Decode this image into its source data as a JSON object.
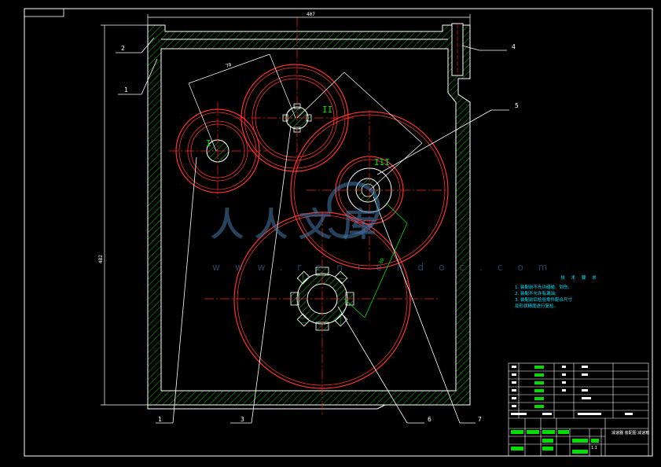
{
  "dimensions": {
    "overall_width": "407",
    "overall_height": "482",
    "center_distance_1": "70",
    "center_distance_2": "",
    "center_distance_3": "80"
  },
  "shaft_labels": [
    "I",
    "II",
    "III"
  ],
  "part_callouts": [
    "1",
    "2",
    "3",
    "4",
    "5",
    "6",
    "7",
    "1"
  ],
  "tech_requirements": {
    "title": "技 术 要 求",
    "lines": [
      "1. 装配前不允许磕碰、划伤;",
      "2. 装配不允许有漏油;",
      "3. 装配前后检验零件配合尺寸",
      "及形状精度进行复检。"
    ]
  },
  "watermark": {
    "text": "人人文库",
    "url": "www.renrendoc.com"
  },
  "title_block": {
    "drawing_title": "减速器 装配图 减速箱",
    "scale": "1:1"
  },
  "colors": {
    "gear": "#ff3030",
    "outline": "#ffffff",
    "hatch": "#00c000",
    "centerline": "#ff2020",
    "dimension": "#ffffff",
    "notes": "#00e5ff",
    "watermark": "#4678aa"
  }
}
